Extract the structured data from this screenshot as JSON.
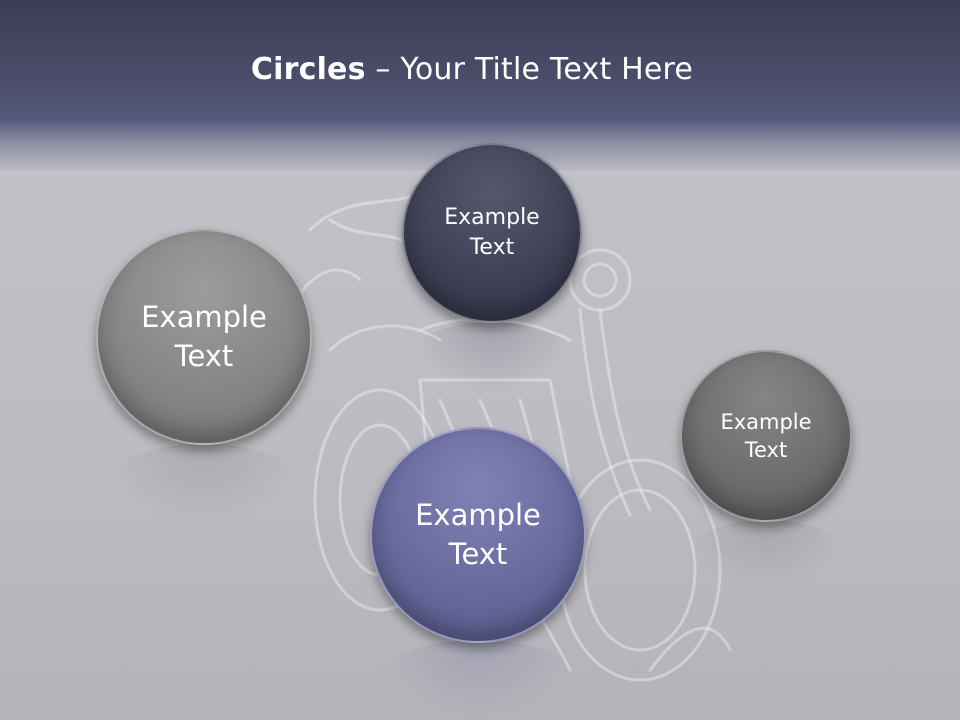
{
  "slide": {
    "title_bold": "Circles",
    "title_rest": " – Your Title Text Here"
  },
  "circles": [
    {
      "label": "Example\nText",
      "color": "#3f4156"
    },
    {
      "label": "Example\nText",
      "color": "#868686"
    },
    {
      "label": "Example\nText",
      "color": "#686a9e"
    },
    {
      "label": "Example\nText",
      "color": "#6e6e6e"
    }
  ],
  "background_image": {
    "icon": "smoke-motorcycle-icon"
  }
}
